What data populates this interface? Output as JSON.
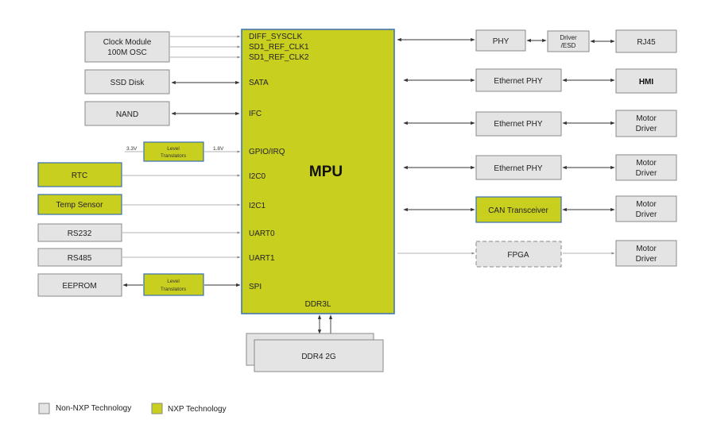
{
  "mpu": {
    "title": "MPU",
    "bottom_label": "DDR3L"
  },
  "ports": {
    "diff_sysclk": "DIFF_SYSCLK",
    "sd1_ref_clk1": "SD1_REF_CLK1",
    "sd1_ref_clk2": "SD1_REF_CLK2",
    "sata": "SATA",
    "ifc": "IFC",
    "gpio": "GPIO/IRQ",
    "i2c0": "I2C0",
    "i2c1": "I2C1",
    "uart0": "UART0",
    "uart1": "UART1",
    "spi": "SPI"
  },
  "left": {
    "clock_line1": "Clock Module",
    "clock_line2": "100M OSC",
    "ssd": "SSD Disk",
    "nand": "NAND",
    "level1_line1": "Level",
    "level1_line2": "Translators",
    "v33": "3.3V",
    "v18": "1.8V",
    "rtc": "RTC",
    "temp": "Temp Sensor",
    "rs232": "RS232",
    "rs485": "RS485",
    "eeprom": "EEPROM",
    "level2_line1": "Level",
    "level2_line2": "Translators"
  },
  "right": {
    "phy": "PHY",
    "driver_line1": "Driver",
    "driver_line2": "/ESD",
    "rj45": "RJ45",
    "eth1": "Ethernet PHY",
    "hmi": "HMI",
    "eth2": "Ethernet PHY",
    "motor1_line1": "Motor",
    "motor1_line2": "Driver",
    "eth3": "Ethernet PHY",
    "motor2_line1": "Motor",
    "motor2_line2": "Driver",
    "can": "CAN Transceiver",
    "motor3_line1": "Motor",
    "motor3_line2": "Driver",
    "fpga": "FPGA",
    "motor4_line1": "Motor",
    "motor4_line2": "Driver"
  },
  "ddr": {
    "label": "DDR4 2G"
  },
  "legend": {
    "non_nxp": "Non-NXP Technology",
    "nxp": "NXP Technology"
  },
  "colors": {
    "nxp": "#c9cf1f",
    "non_nxp": "#e4e4e4",
    "border_nxp": "#3a6fb0"
  }
}
